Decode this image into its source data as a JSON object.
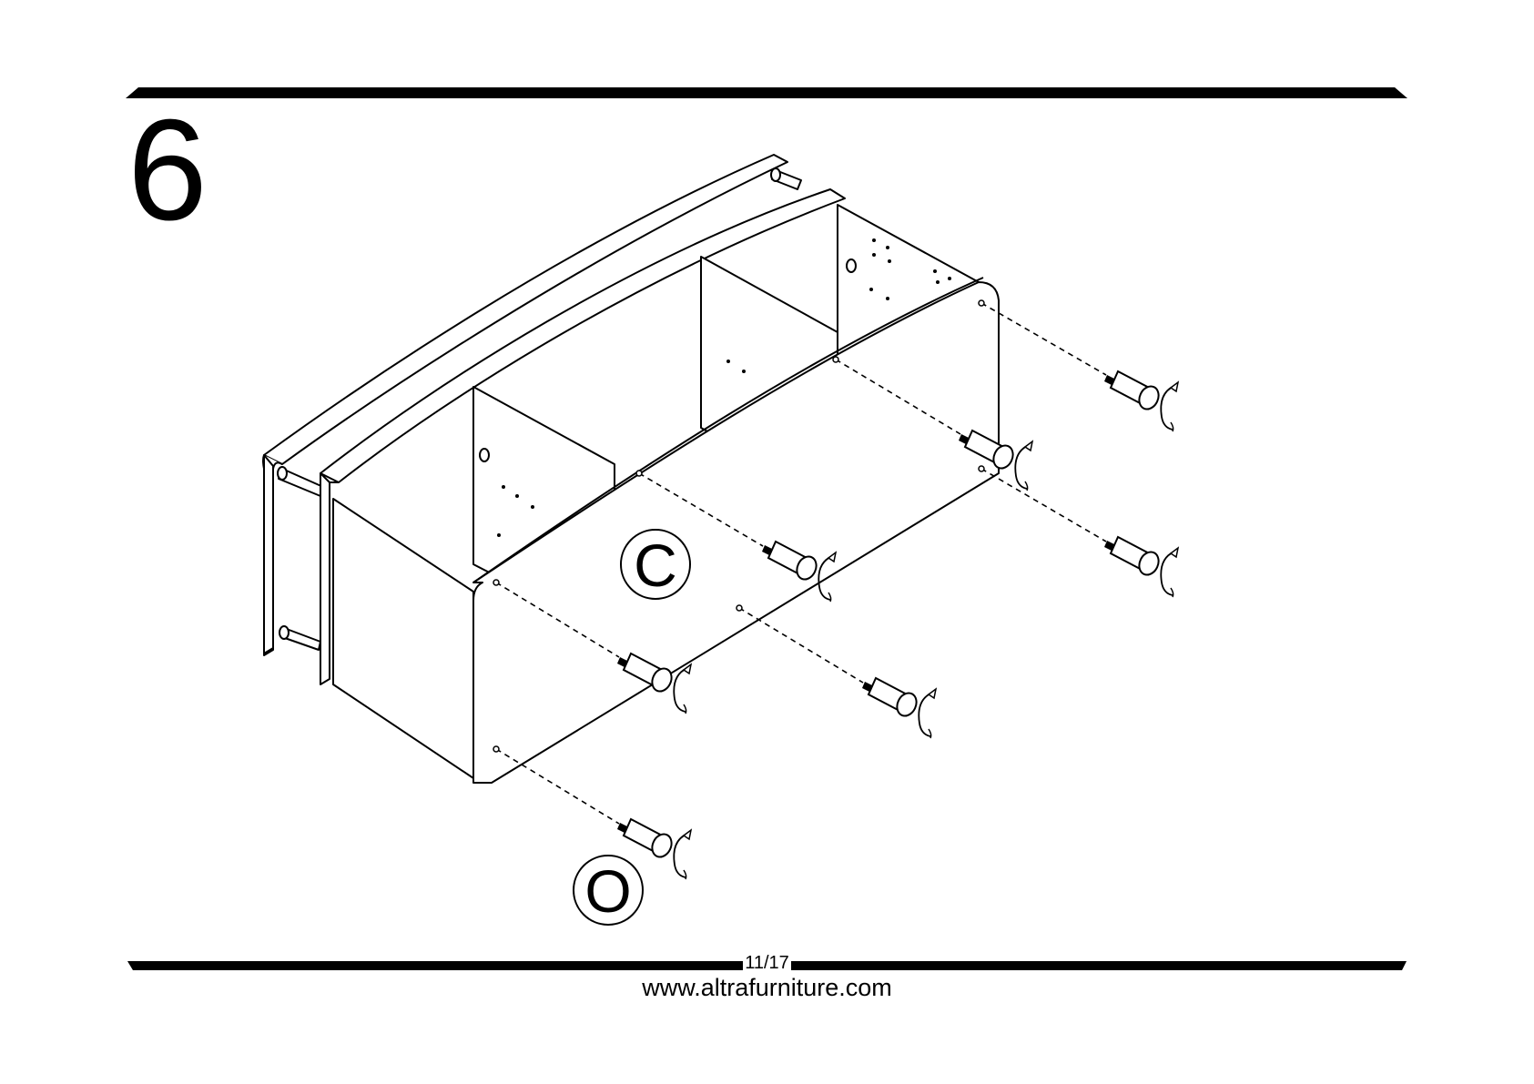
{
  "step": {
    "number": "6"
  },
  "labels": {
    "panel": "C",
    "hardware": "O"
  },
  "footer": {
    "page": "11/17",
    "url": "www.altrafurniture.com"
  },
  "colors": {
    "ink": "#000000",
    "paper": "#ffffff"
  },
  "icons": {
    "rotate": "clockwise-rotation-arrow",
    "dowel": "cam-bolt-icon"
  }
}
